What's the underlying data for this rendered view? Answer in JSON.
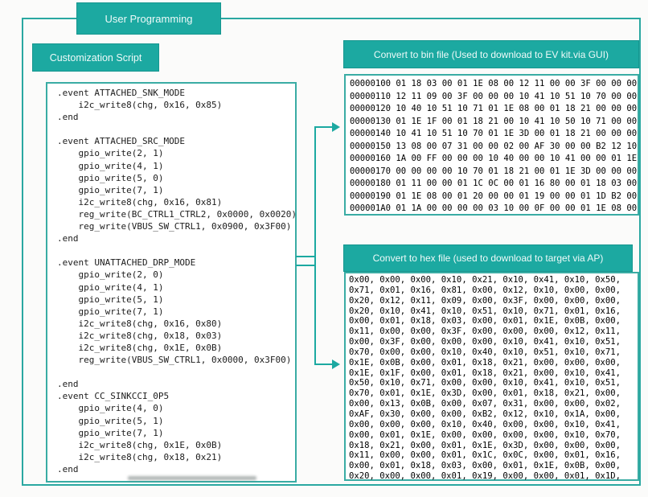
{
  "colors": {
    "accent": "#1ca9a1",
    "box_border": "#2aa8a1",
    "code_text": "#1c1c1c"
  },
  "banners": {
    "user_programming": "User Programming",
    "customization_script": "Customization Script",
    "bin_header": "Convert to bin file (Used to download to EV kit.via GUI)",
    "hex_header": "Convert to hex file (used to download to target via AP)"
  },
  "script": {
    "lines": [
      ".event ATTACHED_SNK_MODE",
      "    i2c_write8(chg, 0x16, 0x85)",
      ".end",
      "",
      ".event ATTACHED_SRC_MODE",
      "    gpio_write(2, 1)",
      "    gpio_write(4, 1)",
      "    gpio_write(5, 0)",
      "    gpio_write(7, 1)",
      "    i2c_write8(chg, 0x16, 0x81)",
      "    reg_write(BC_CTRL1_CTRL2, 0x0000, 0x0020)",
      "    reg_write(VBUS_SW_CTRL1, 0x0900, 0x3F00)",
      ".end",
      "",
      ".event UNATTACHED_DRP_MODE",
      "    gpio_write(2, 0)",
      "    gpio_write(4, 1)",
      "    gpio_write(5, 1)",
      "    gpio_write(7, 1)",
      "    i2c_write8(chg, 0x16, 0x80)",
      "    i2c_write8(chg, 0x18, 0x03)",
      "    i2c_write8(chg, 0x1E, 0x0B)",
      "    reg_write(VBUS_SW_CTRL1, 0x0000, 0x3F00)",
      "",
      ".end",
      ".event CC_SINKCCI_0P5",
      "    gpio_write(4, 0)",
      "    gpio_write(5, 1)",
      "    gpio_write(7, 1)",
      "    i2c_write8(chg, 0x1E, 0x0B)",
      "    i2c_write8(chg, 0x18, 0x21)",
      ".end"
    ]
  },
  "bin_dump": {
    "rows": [
      "00000100 01 18 03 00 01 1E 08 00 12 11 00 00 3F 00 00 00",
      "00000110 12 11 09 00 3F 00 00 00 10 41 10 51 10 70 00 00",
      "00000120 10 40 10 51 10 71 01 1E 08 00 01 18 21 00 00 00",
      "00000130 01 1E 1F 00 01 18 21 00 10 41 10 50 10 71 00 00",
      "00000140 10 41 10 51 10 70 01 1E 3D 00 01 18 21 00 00 00",
      "00000150 13 08 00 07 31 00 00 02 00 AF 30 00 00 B2 12 10",
      "00000160 1A 00 FF 00 00 00 10 40 00 00 10 41 00 00 01 1E",
      "00000170 00 00 00 00 10 70 01 18 21 00 01 1E 3D 00 00 00",
      "00000180 01 11 00 00 01 1C 0C 00 01 16 80 00 01 18 03 00",
      "00000190 01 1E 08 00 01 20 00 00 01 19 00 00 01 1D B2 00",
      "000001A0 01 1A 00 00 00 00 03 10 00 0F 00 00 01 1E 08 00"
    ]
  },
  "hex_dump": {
    "rows": [
      "0x00, 0x00, 0x00, 0x10, 0x21, 0x10, 0x41, 0x10, 0x50,",
      "0x71, 0x01, 0x16, 0x81, 0x00, 0x12, 0x10, 0x00, 0x00,",
      "0x20, 0x12, 0x11, 0x09, 0x00, 0x3F, 0x00, 0x00, 0x00,",
      "0x20, 0x10, 0x41, 0x10, 0x51, 0x10, 0x71, 0x01, 0x16,",
      "0x00, 0x01, 0x18, 0x03, 0x00, 0x01, 0x1E, 0x0B, 0x00,",
      "0x11, 0x00, 0x00, 0x3F, 0x00, 0x00, 0x00, 0x12, 0x11,",
      "0x00, 0x3F, 0x00, 0x00, 0x00, 0x10, 0x41, 0x10, 0x51,",
      "0x70, 0x00, 0x00, 0x10, 0x40, 0x10, 0x51, 0x10, 0x71,",
      "0x1E, 0x0B, 0x00, 0x01, 0x18, 0x21, 0x00, 0x00, 0x00,",
      "0x1E, 0x1F, 0x00, 0x01, 0x18, 0x21, 0x00, 0x10, 0x41,",
      "0x50, 0x10, 0x71, 0x00, 0x00, 0x10, 0x41, 0x10, 0x51,",
      "0x70, 0x01, 0x1E, 0x3D, 0x00, 0x01, 0x18, 0x21, 0x00,",
      "0x00, 0x13, 0x0B, 0x00, 0x07, 0x31, 0x00, 0x00, 0x02,",
      "0xAF, 0x30, 0x00, 0x00, 0xB2, 0x12, 0x10, 0x1A, 0x00,",
      "0x00, 0x00, 0x00, 0x10, 0x40, 0x00, 0x00, 0x10, 0x41,",
      "0x00, 0x01, 0x1E, 0x00, 0x00, 0x00, 0x00, 0x10, 0x70,",
      "0x18, 0x21, 0x00, 0x01, 0x1E, 0x3D, 0x00, 0x00, 0x00,",
      "0x11, 0x00, 0x00, 0x01, 0x1C, 0x0C, 0x00, 0x01, 0x16,",
      "0x00, 0x01, 0x18, 0x03, 0x00, 0x01, 0x1E, 0x0B, 0x00,",
      "0x20, 0x00, 0x00, 0x01, 0x19, 0x00, 0x00, 0x01, 0x1D,"
    ]
  }
}
